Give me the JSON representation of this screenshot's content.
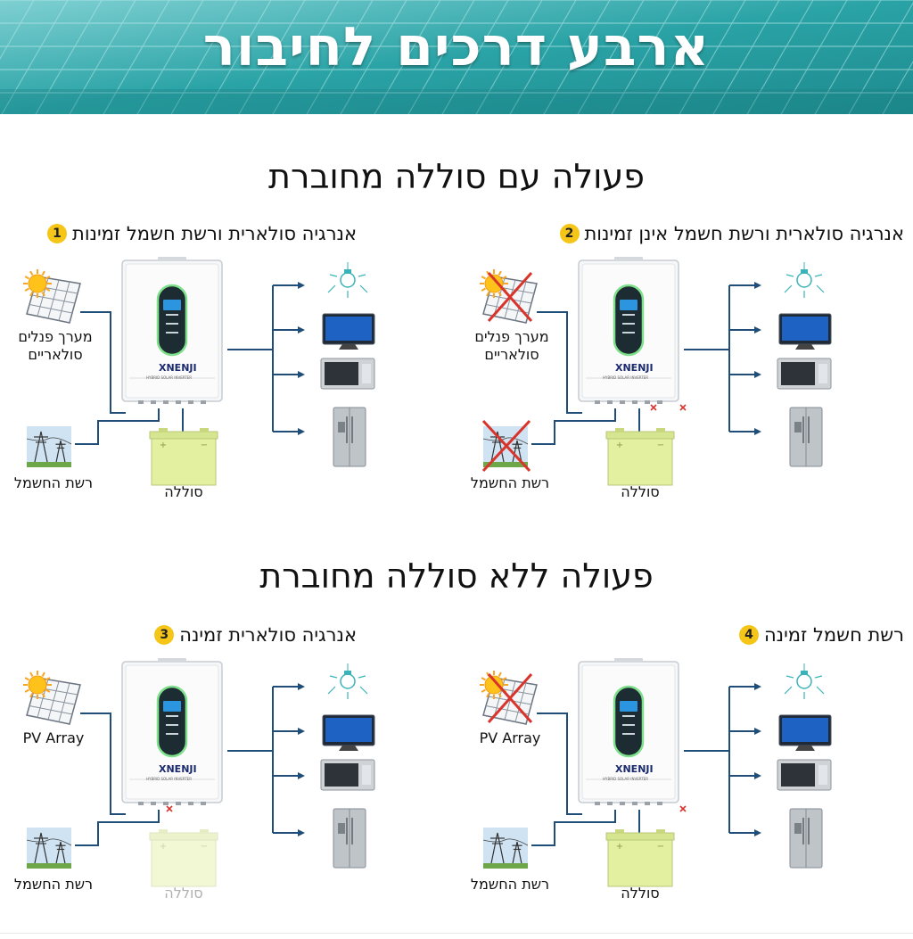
{
  "banner": {
    "title": "ארבע דרכים לחיבור",
    "bg_color": "#2aa3a6"
  },
  "sections": [
    {
      "heading": "פעולה עם סוללה מחוברת"
    },
    {
      "heading": "פעולה ללא סוללה מחוברת"
    }
  ],
  "panels": [
    {
      "number": "1",
      "title": "אנרגיה סולארית ורשת חשמל זמינות",
      "pv_label": "מערך פנלים\nסולאריים",
      "grid_label": "רשת החשמל",
      "battery_label": "סוללה",
      "brand": "XNENJI",
      "model": "HYBRID SOLAR INVERTER",
      "pv_available": true,
      "grid_available": true,
      "battery_available": true
    },
    {
      "number": "2",
      "title": "אנרגיה סולארית ורשת חשמל אינן זמינות",
      "pv_label": "מערך פנלים\nסולאריים",
      "grid_label": "רשת החשמל",
      "battery_label": "סוללה",
      "brand": "XNENJI",
      "model": "HYBRID SOLAR INVERTER",
      "pv_available": false,
      "grid_available": false,
      "battery_available": true
    },
    {
      "number": "3",
      "title": "אנרגיה סולארית זמינה",
      "pv_label": "PV Array",
      "grid_label": "רשת החשמל",
      "battery_label": "סוללה",
      "brand": "XNENJI",
      "model": "HYBRID SOLAR INVERTER",
      "pv_available": true,
      "grid_available": true,
      "battery_available": false
    },
    {
      "number": "4",
      "title": "רשת חשמל זמינה",
      "pv_label": "PV Array",
      "grid_label": "רשת החשמל",
      "battery_label": "סוללה",
      "brand": "XNENJI",
      "model": "HYBRID SOLAR INVERTER",
      "pv_available": false,
      "grid_available": true,
      "battery_available": true
    }
  ],
  "icons": {
    "solar_panel": "solar-panel-icon",
    "sun": "sun-icon",
    "grid": "power-tower-icon",
    "battery": "battery-icon",
    "inverter": "inverter-icon",
    "bulb": "light-bulb-icon",
    "tv": "tv-icon",
    "microwave": "microwave-icon",
    "fridge": "fridge-icon",
    "cross": "cross-icon"
  },
  "colors": {
    "line": "#1f4e79",
    "badge": "#f5c518",
    "cross": "#d9342b",
    "battery": "#e3f0a0",
    "banner": "#2aa3a6",
    "screen_glow": "#7ee08a"
  }
}
